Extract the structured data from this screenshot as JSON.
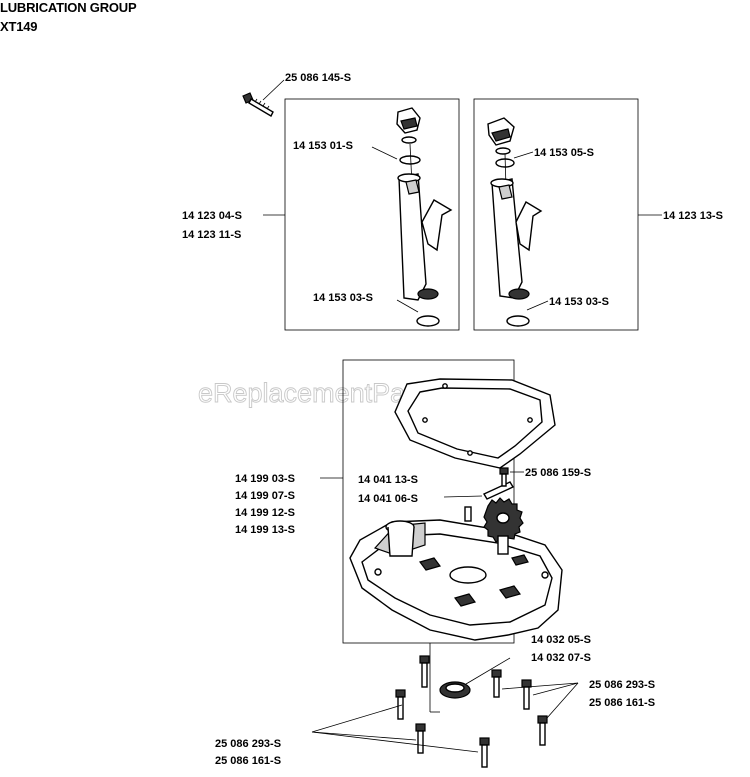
{
  "header": {
    "title": "LUBRICATION GROUP",
    "model": "XT149"
  },
  "watermark": "eReplacementParts.com",
  "labels": {
    "bolt_top": "25 086 145-S",
    "dipstick_left": "14 153 01-S",
    "dipstick_right": "14 153 05-S",
    "tube_left_a": "14 123 04-S",
    "tube_left_b": "14 123 11-S",
    "tube_right": "14 123 13-S",
    "oring_left": "14 153 03-S",
    "oring_right": "14 153 03-S",
    "cover_a": "14 199 03-S",
    "cover_b": "14 199 07-S",
    "cover_c": "14 199 12-S",
    "cover_d": "14 199 13-S",
    "gear_a": "14 041 13-S",
    "gear_b": "14 041 06-S",
    "bolt_gear": "25 086 159-S",
    "seal_a": "14 032 05-S",
    "seal_b": "14 032 07-S",
    "bolts_right_a": "25 086 293-S",
    "bolts_right_b": "25 086 161-S",
    "bolts_left_a": "25 086 293-S",
    "bolts_left_b": "25 086 161-S"
  }
}
